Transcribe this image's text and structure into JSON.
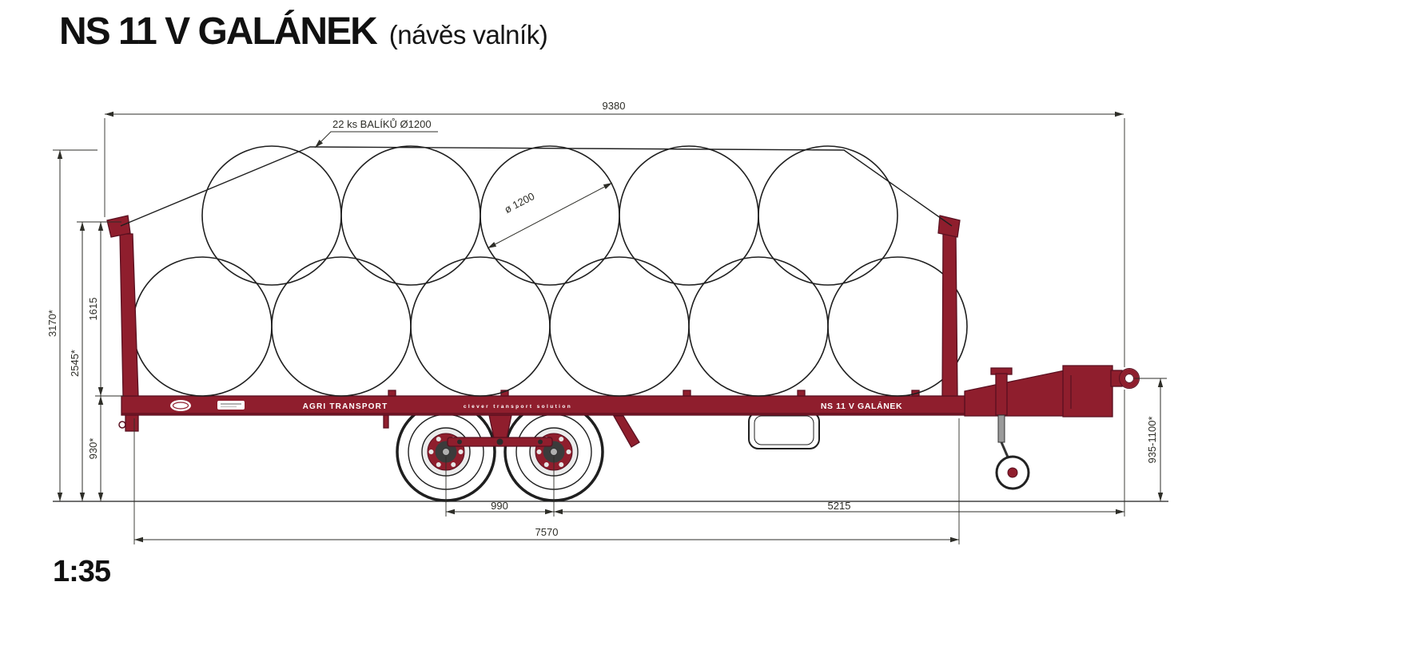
{
  "title": {
    "main": "NS 11 V GALÁNEK",
    "sub": "(návěs valník)"
  },
  "scale_label": "1:35",
  "colors": {
    "trailer_red": "#8f1e2d",
    "trailer_red_dark": "#591020",
    "line_ink": "#1f1f1f",
    "dim_ink": "#2e2e28"
  },
  "annotations": {
    "bales_note": "22 ks BALÍKŮ Ø1200",
    "bale_diameter": "ø 1200"
  },
  "dimensions": {
    "overall_length": "9380",
    "overall_height": "3170*",
    "side_height": "2545*",
    "rack_height": "1615",
    "platform_height": "930*",
    "drawbar_height": "935-1100*",
    "axle_spacing": "990",
    "axle_to_eye": "5215",
    "platform_length": "7570"
  },
  "trailer_markings": {
    "brand": "AGRI TRANSPORT",
    "tagline": "clever transport solution",
    "model": "NS 11 V GALÁNEK"
  }
}
